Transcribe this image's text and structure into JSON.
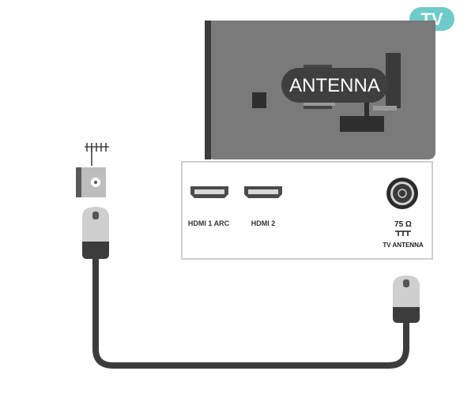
{
  "badge": {
    "label": "TV"
  },
  "callout": {
    "label": "ANTENNA"
  },
  "ports": {
    "hdmi1_label": "HDMI 1 ARC",
    "hdmi2_label": "HDMI 2",
    "antenna_impedance": "75 Ω",
    "antenna_label": "TV ANTENNA"
  },
  "icons": [
    "tv-badge",
    "antenna-symbol-icon",
    "wall-socket-icon",
    "coax-plug-icon",
    "hdmi-port-icon",
    "coax-port-icon",
    "ground-symbol-icon"
  ],
  "colors": {
    "tv_body": "#7a7a7a",
    "tv_dark": "#3b3b3b",
    "badge": "#6ecbc9",
    "cable": "#3c3c3c",
    "plug_light": "#cfcfcf",
    "callout": "#3f3f3f"
  }
}
